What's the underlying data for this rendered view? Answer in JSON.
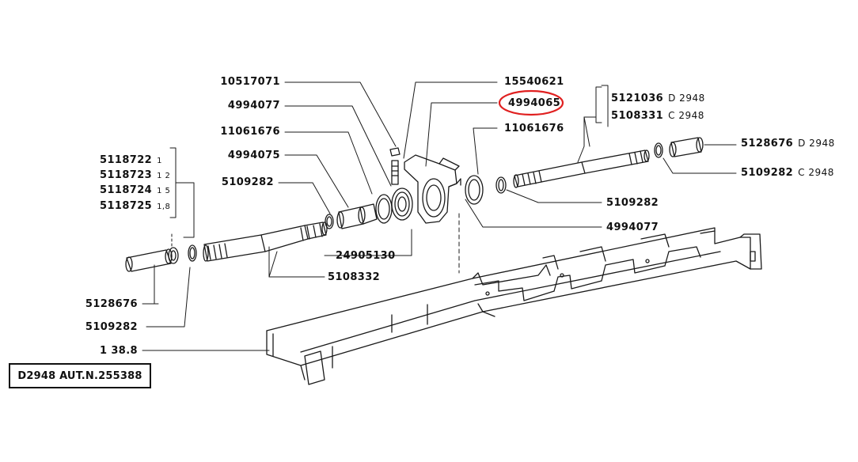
{
  "title": "D2948 AUT.N.255388",
  "highlight_color": "#e02020",
  "labels": {
    "p10517071": "10517071",
    "p4994077_top": "4994077",
    "p11061676_left": "11061676",
    "p4994075": "4994075",
    "p5109282_left": "5109282",
    "p15540621": "15540621",
    "p4994065": "4994065",
    "p11061676_right": "11061676",
    "p5109282_mid": "5109282",
    "p4994077_bottom": "4994077",
    "p24905130": "24905130",
    "p5108332": "5108332",
    "p5128676_left": "5128676",
    "p5109282_lower": "5109282",
    "p138_8": "1 38.8"
  },
  "left_group": [
    {
      "part": "5118722",
      "code": "1"
    },
    {
      "part": "5118723",
      "code": "1 2"
    },
    {
      "part": "5118724",
      "code": "1 5"
    },
    {
      "part": "5118725",
      "code": "1,8"
    }
  ],
  "right_group": [
    {
      "part": "5121036",
      "code": "D 2948"
    },
    {
      "part": "5108331",
      "code": "C 2948"
    }
  ],
  "right_parts": [
    {
      "part": "5128676",
      "code": "D 2948"
    },
    {
      "part": "5109282",
      "code": "C 2948"
    }
  ]
}
